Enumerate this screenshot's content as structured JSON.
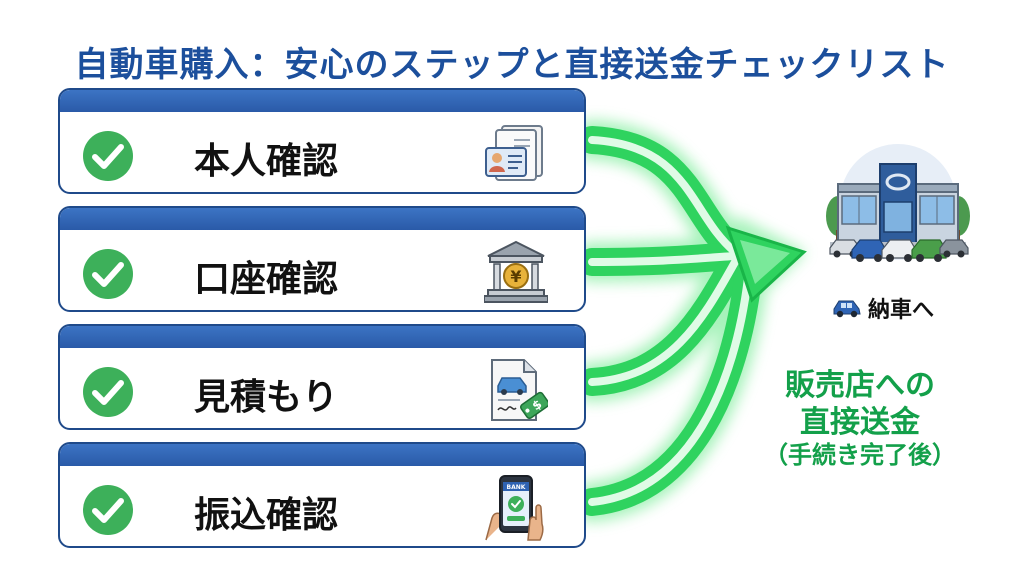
{
  "title": "自動車購入：安心のステップと直接送金チェックリスト",
  "steps": [
    {
      "label": "本人確認",
      "icon": "id-card-icon"
    },
    {
      "label": "口座確認",
      "icon": "bank-icon"
    },
    {
      "label": "見積もり",
      "icon": "estimate-document-icon"
    },
    {
      "label": "振込確認",
      "icon": "phone-banking-icon"
    }
  ],
  "delivery": {
    "label": "納車へ",
    "icon": "car-icon"
  },
  "transfer": {
    "line1": "販売店への",
    "line2": "直接送金",
    "line3": "（手続き完了後）"
  },
  "colors": {
    "title": "#1c4f9c",
    "card_border": "#1f4a8a",
    "card_band": "#2f63b3",
    "check": "#3db05a",
    "arrow": "#2fd35f",
    "transfer_text": "#13a04a"
  },
  "icon_text": {
    "bank": "BANK"
  }
}
